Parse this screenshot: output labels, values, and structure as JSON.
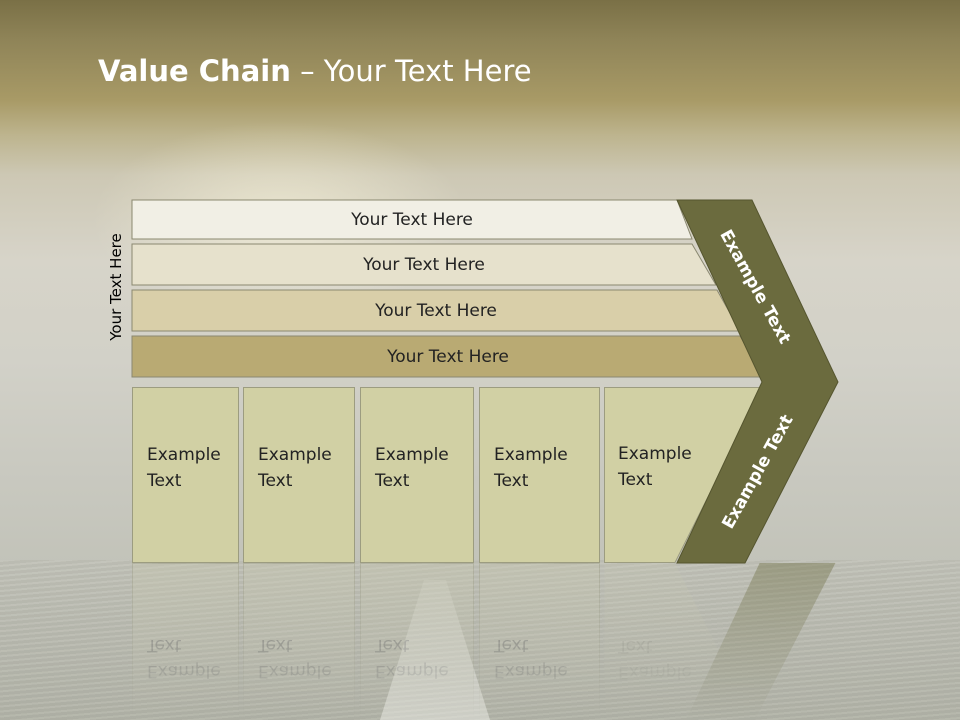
{
  "title": {
    "bold": "Value Chain",
    "rest": " – Your Text Here"
  },
  "side_label": "Your Text Here",
  "bars": [
    {
      "label": "Your Text Here"
    },
    {
      "label": "Your Text Here"
    },
    {
      "label": "Your Text Here"
    },
    {
      "label": "Your Text Here"
    }
  ],
  "boxes": [
    {
      "line1": "Example",
      "line2": "Text"
    },
    {
      "line1": "Example",
      "line2": "Text"
    },
    {
      "line1": "Example",
      "line2": "Text"
    },
    {
      "line1": "Example",
      "line2": "Text"
    },
    {
      "line1": "Example",
      "line2": "Text"
    }
  ],
  "chevron": {
    "top_text": "Example Text",
    "bottom_text": "Example Text"
  },
  "colors": {
    "chevron_fill": "#6b6b3e",
    "bar_1": "#f1efe5",
    "bar_2": "#e6e1cc",
    "bar_3": "#d9cfa9",
    "bar_4": "#b9aa73",
    "box_fill": "#d1d0a4"
  }
}
